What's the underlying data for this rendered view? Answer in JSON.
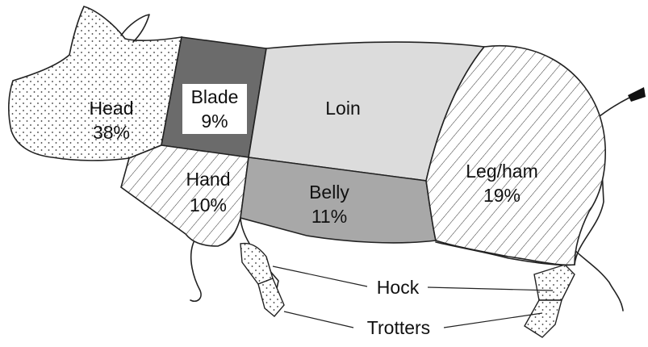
{
  "diagram": {
    "cuts": {
      "head": {
        "name": "Head",
        "percent": "38%",
        "fill": "dots"
      },
      "blade": {
        "name": "Blade",
        "percent": "9%",
        "fill": "#6b6b6b"
      },
      "loin": {
        "name": "Loin",
        "percent": "",
        "fill": "#dcdcdc"
      },
      "hand": {
        "name": "Hand",
        "percent": "10%",
        "fill": "hatch"
      },
      "belly": {
        "name": "Belly",
        "percent": "11%",
        "fill": "#a8a8a8"
      },
      "leg": {
        "name": "Leg/ham",
        "percent": "19%",
        "fill": "hatch"
      }
    },
    "callouts": {
      "hock": "Hock",
      "trotters": "Trotters"
    }
  }
}
